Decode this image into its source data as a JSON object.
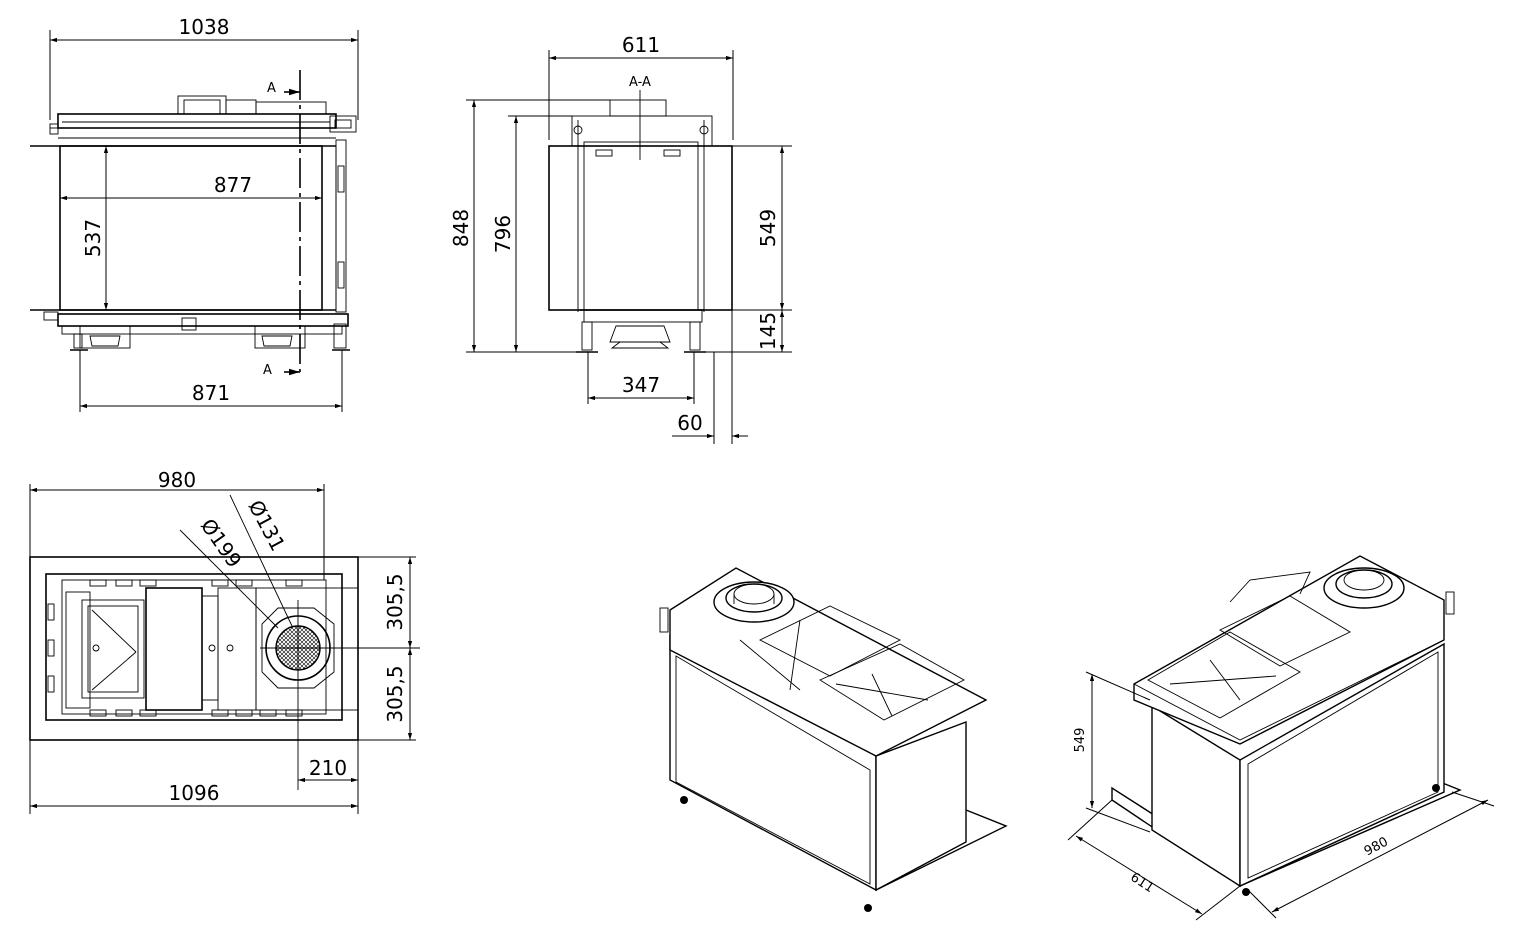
{
  "front_view": {
    "dim_overall_width": "1038",
    "dim_glass_width": "877",
    "dim_glass_height": "537",
    "dim_base_width": "871",
    "section_marker_top": "A",
    "section_marker_bottom": "A"
  },
  "side_section": {
    "section_label": "A-A",
    "dim_depth": "611",
    "dim_total_height": "848",
    "dim_body_height": "796",
    "dim_glass_height": "549",
    "dim_base_height": "145",
    "dim_feet_spacing": "347",
    "dim_offset": "60"
  },
  "top_view": {
    "dim_glass_length": "980",
    "dim_outer_flue": "Ø199",
    "dim_inner_flue": "Ø131",
    "dim_half_depth_top": "305,5",
    "dim_half_depth_bottom": "305,5",
    "dim_flue_offset": "210",
    "dim_total_length": "1096"
  },
  "iso_right": {
    "dim_height": "549",
    "dim_depth": "611",
    "dim_length": "980"
  }
}
